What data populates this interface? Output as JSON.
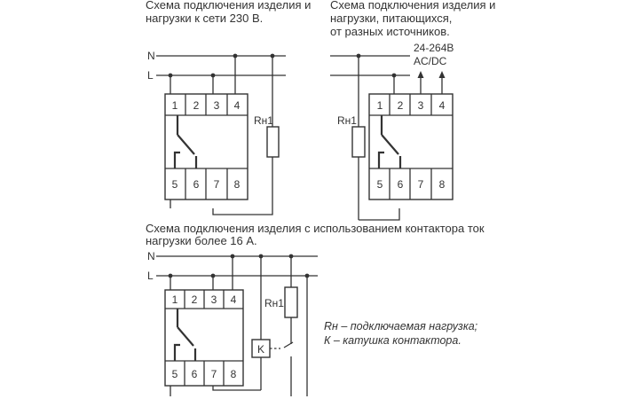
{
  "diagram1": {
    "caption_line1": "Схема подключения изделия и",
    "caption_line2": "нагрузки к сети 230 В.",
    "line_n": "N",
    "line_l": "L",
    "load_label": "Rн1",
    "terminals_top": [
      "1",
      "2",
      "3",
      "4"
    ],
    "terminals_bottom": [
      "5",
      "6",
      "7",
      "8"
    ]
  },
  "diagram2": {
    "caption_line1": "Схема подключения изделия и",
    "caption_line2": "нагрузки, питающихся,",
    "caption_line3": "от разных источников.",
    "source_line1": "24-264В",
    "source_line2": "AC/DC",
    "load_label": "Rн1",
    "terminals_top": [
      "1",
      "2",
      "3",
      "4"
    ],
    "terminals_bottom": [
      "5",
      "6",
      "7",
      "8"
    ]
  },
  "diagram3": {
    "caption_line1": "Схема подключения изделия с использованием контактора ток",
    "caption_line2": "нагрузки более 16 А.",
    "line_n": "N",
    "line_l": "L",
    "load_label": "Rн1",
    "contactor_label": "K",
    "terminals_top": [
      "1",
      "2",
      "3",
      "4"
    ],
    "terminals_bottom": [
      "5",
      "6",
      "7",
      "8"
    ]
  },
  "legend": {
    "line1": "Rн – подключаемая нагрузка;",
    "line2": "К – катушка контактора."
  }
}
